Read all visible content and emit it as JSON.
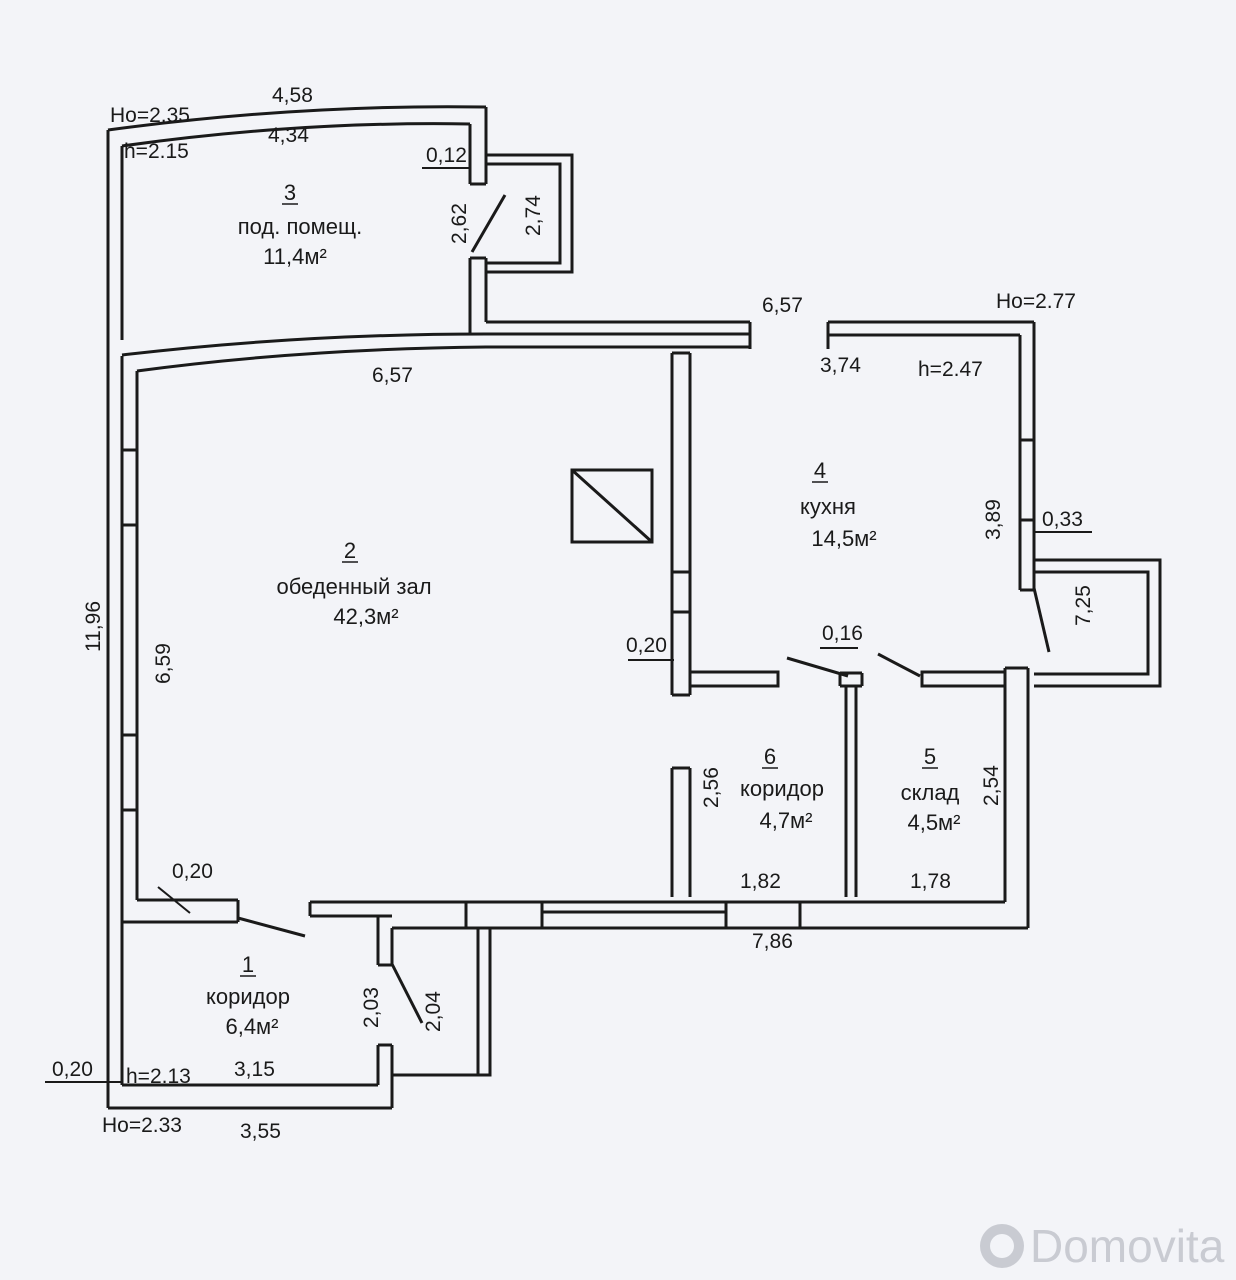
{
  "rooms": [
    {
      "number": "1",
      "name": "коридор",
      "area": "6,4м²"
    },
    {
      "number": "2",
      "name": "обеденный зал",
      "area": "42,3м²"
    },
    {
      "number": "3",
      "name": "под. помещ.",
      "area": "11,4м²"
    },
    {
      "number": "4",
      "name": "кухня",
      "area": "14,5м²"
    },
    {
      "number": "5",
      "name": "склад",
      "area": "4,5м²"
    },
    {
      "number": "6",
      "name": "коридор",
      "area": "4,7м²"
    }
  ],
  "heights": {
    "ho_top_left": "Ho=2.35",
    "h_room3": "h=2.15",
    "ho_top_right": "Ho=2.77",
    "h_kitchen": "h=2.47",
    "h_corridor": "h=2.13",
    "ho_bottom_left": "Ho=2.33"
  },
  "dimensions": {
    "room3_outer_top": "4,58",
    "room3_inner_top": "4,34",
    "room3_door_wall": "0,12",
    "room3_door_inner": "2,62",
    "room3_door_outer": "2,74",
    "kitchen_outer_top": "6,57",
    "hall_inner_top": "6,57",
    "kitchen_inner_top": "3,74",
    "kitchen_side": "3,89",
    "kitchen_wall": "0,33",
    "kitchen_porch": "7,25",
    "left_outer": "11,96",
    "hall_left": "6,59",
    "partition_wall": "0,20",
    "door_wall": "0,16",
    "corridor6_side": "2,56",
    "storage_side": "2,54",
    "corridor6_bottom": "1,82",
    "storage_bottom": "1,78",
    "bottom_outer": "7,86",
    "hall_corner_wall": "0,20",
    "corridor1_inner_side": "2,03",
    "corridor1_outer_side": "2,04",
    "corridor1_left_wall": "0,20",
    "corridor1_inner_bottom": "3,15",
    "corridor1_outer_bottom": "3,55"
  },
  "watermark": "Domovita"
}
